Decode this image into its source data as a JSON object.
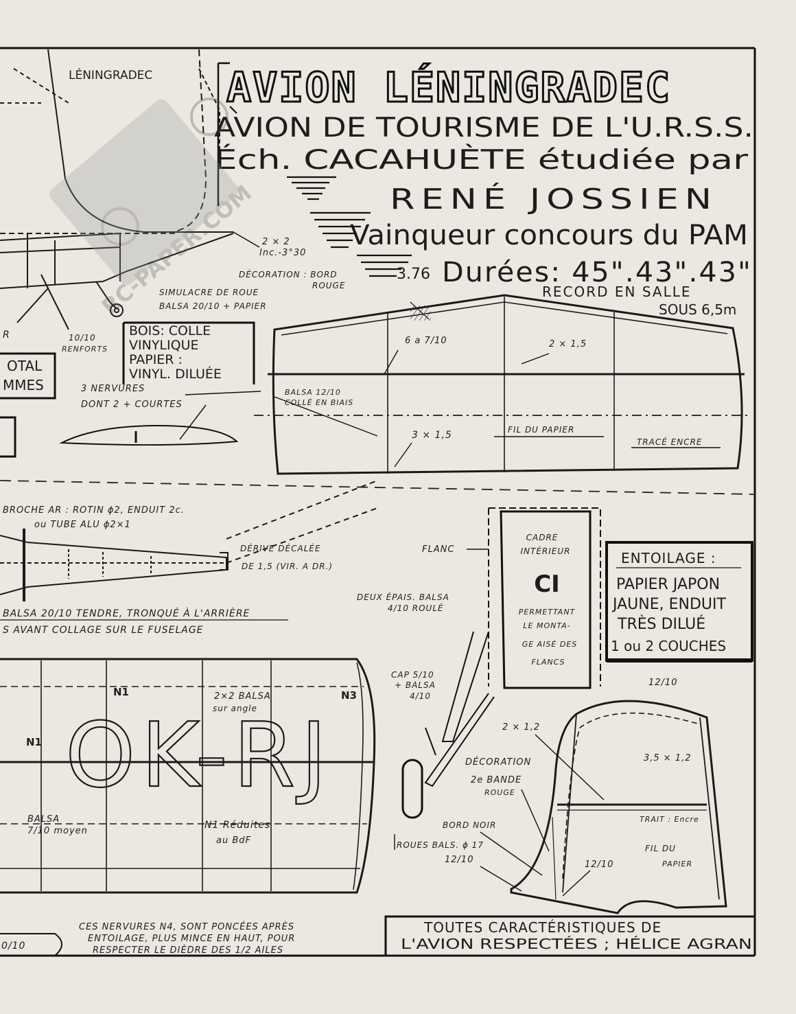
{
  "title": {
    "main": "AVION LÉNINGRADEC",
    "line1": "AVION DE TOURISME DE L'U.R.S.S.",
    "line2": "Éch. CACAHUÈTE étudiée par",
    "author": "RENÉ JOSSIEN",
    "line3": "Vainqueur concours du PAM",
    "date": "3.76",
    "durations": "Durées: 45\".43\".43\"",
    "record1": "RECORD EN SALLE",
    "record2": "SOUS 6,5m"
  },
  "fuselage_label": "LÉNINGRADEC",
  "watermark": "RC-PAPER.COM",
  "notes": {
    "bois": [
      "BOIS: COLLE",
      "VINYLIQUE",
      "PAPIER :",
      "VINYL. DILUÉE"
    ],
    "total": [
      "OTAL",
      "MMES"
    ],
    "entoilage_title": "ENTOILAGE :",
    "entoilage": [
      "PAPIER JAPON",
      "JAUNE, ENDUIT",
      "TRÈS DILUÉ",
      "1 ou 2 COUCHES"
    ],
    "cadre": [
      "CADRE",
      "INTÉRIEUR"
    ],
    "cadre_code": "CI",
    "cadre_desc": [
      "PERMETTANT",
      "LE MONTA-",
      "GE AISÉ DES",
      "FLANCS"
    ],
    "footer": [
      "TOUTES CARACTÉRISTIQUES DE",
      "L'AVION RESPECTÉES ; HÉLICE AGRAN"
    ]
  },
  "labels": {
    "inc": "2 × 2",
    "inc2": "Inc.-3°30",
    "decoration_bord": "DÉCORATION : BORD",
    "rouge": "ROUGE",
    "simulacre": "SIMULACRE DE ROUE",
    "balsa2010": "BALSA 20/10 + PAPIER",
    "r1010": "10/10",
    "renforts": "RENFORTS",
    "r": "R",
    "nervures1": "3 NERVURES",
    "nervures2": "DONT 2 + COURTES",
    "w6a710": "6 a 7/10",
    "w2x15": "2 × 1,5",
    "balsa1210": "BALSA 12/10",
    "colle_biais": "COLLÉ EN BIAIS",
    "w3x15": "3 × 1,5",
    "fil_papier": "FIL DU PAPIER",
    "trace_encre": "TRACÉ ENCRE",
    "broche1": "BROCHE AR : ROTIN ϕ2, ENDUIT 2c.",
    "broche2": "ou TUBE ALU ϕ2×1",
    "derive1": "DÉRIVE DÉCALÉE",
    "derive2": "DE 1,5 (VIR. A DR.)",
    "flanc": "FLANC",
    "deux_epais1": "DEUX ÉPAIS. BALSA",
    "deux_epais2": "4/10 ROULÉ",
    "balsa_tendre": "BALSA 20/10 TENDRE, TRONQUÉ À L'ARRIÈRE",
    "avant_collage": "S AVANT COLLAGE SUR LE FUSELAGE",
    "n1": "N1",
    "n3": "N3",
    "n1b": "N1",
    "w2x2balsa": "2×2 BALSA",
    "sur_angle": "sur angle",
    "registration": "OK-RJ",
    "balsa710a": "BALSA",
    "balsa710b": "7/10 moyen",
    "n1_reduites": "N1 Réduites",
    "au_baf": "au BdF",
    "cap510": "CAP 5/10",
    "cap_balsa": "+ BALSA",
    "cap_410": "4/10",
    "dec2_1": "DÉCORATION",
    "dec2_2": "2e BANDE",
    "dec2_3": "ROUGE",
    "w2x12": "2 × 1,2",
    "w1210top": "12/10",
    "w35x12": "3,5 × 1,2",
    "trait_encre": "TRAIT : Encre",
    "fil_du": "FIL DU",
    "papier": "PAPIER",
    "bord_noir": "BORD NOIR",
    "roues": "ROUES BALS. ϕ 17",
    "w1210a": "12/10",
    "w1210b": "12/10",
    "nervures_n4_1": "CES NERVURES N4, SONT PONCÉES APRÈS",
    "nervures_n4_2": "ENTOILAGE, PLUS MINCE EN HAUT, POUR",
    "nervures_n4_3": "RESPECTER LE DIÈDRE DES 1/2 AILES",
    "o10": "0/10"
  },
  "colors": {
    "paper": "#ebe8e1",
    "ink": "#1a1a1a"
  }
}
